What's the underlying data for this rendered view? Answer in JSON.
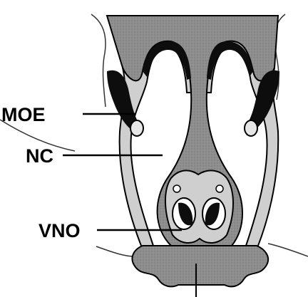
{
  "labels": {
    "moe": "MOE",
    "nc": "NC",
    "vno": "VNO"
  },
  "colors": {
    "background": "#ffffff",
    "septum_fill": "#8e8e8e",
    "tissue_fill": "#cfcfcf",
    "epithelium": "#0d0d0d",
    "outline": "#000000"
  }
}
